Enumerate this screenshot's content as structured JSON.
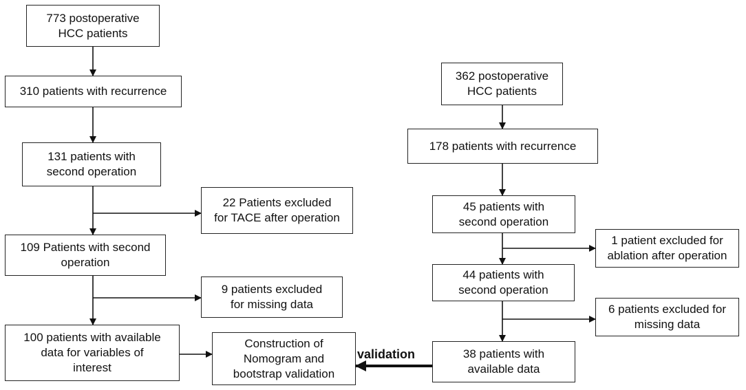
{
  "left_flow": {
    "total": "773 postoperative\nHCC  patients",
    "recurrence": "310  patients with recurrence",
    "second_op": "131  patients with\nsecond operation",
    "excluded_tace": "22  Patients excluded\nfor TACE after operation",
    "second_op_2": "109  Patients with second\noperation",
    "excluded_missing": "9  patients excluded\nfor missing data",
    "available": "100  patients with available\ndata for  variables of\ninterest"
  },
  "center": {
    "nomogram": "Construction of\nNomogram and\nbootstrap validation",
    "validation_label": "validation"
  },
  "right_flow": {
    "total": "362 postoperative\nHCC patients",
    "recurrence": "178 patients with recurrence",
    "second_op": "45 patients with\nsecond operation",
    "excluded_ablation": "1 patient excluded for\nablation after operation",
    "second_op_2": "44 patients with\nsecond operation",
    "excluded_missing": "6 patients excluded for\nmissing data",
    "available": "38 patients with\navailable data"
  }
}
